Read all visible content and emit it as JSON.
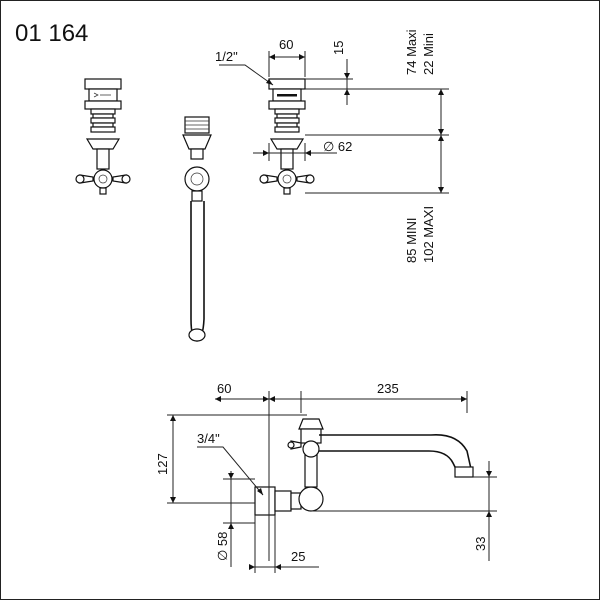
{
  "drawing": {
    "reference_code": "01 164",
    "top_view": {
      "thread_inlet": "1/2\"",
      "width": "60",
      "offset": "15",
      "height_above": [
        "74 Maxi",
        "22 Mini"
      ],
      "flange_diameter": "∅ 62",
      "height_below": [
        "85 MINI",
        "102 MAXI"
      ]
    },
    "side_view": {
      "wall_offset": "60",
      "spout_reach": "235",
      "height": "127",
      "thread_wall": "3/4\"",
      "flange_diameter": "∅ 58",
      "depth": "25",
      "spout_height": "33"
    }
  }
}
